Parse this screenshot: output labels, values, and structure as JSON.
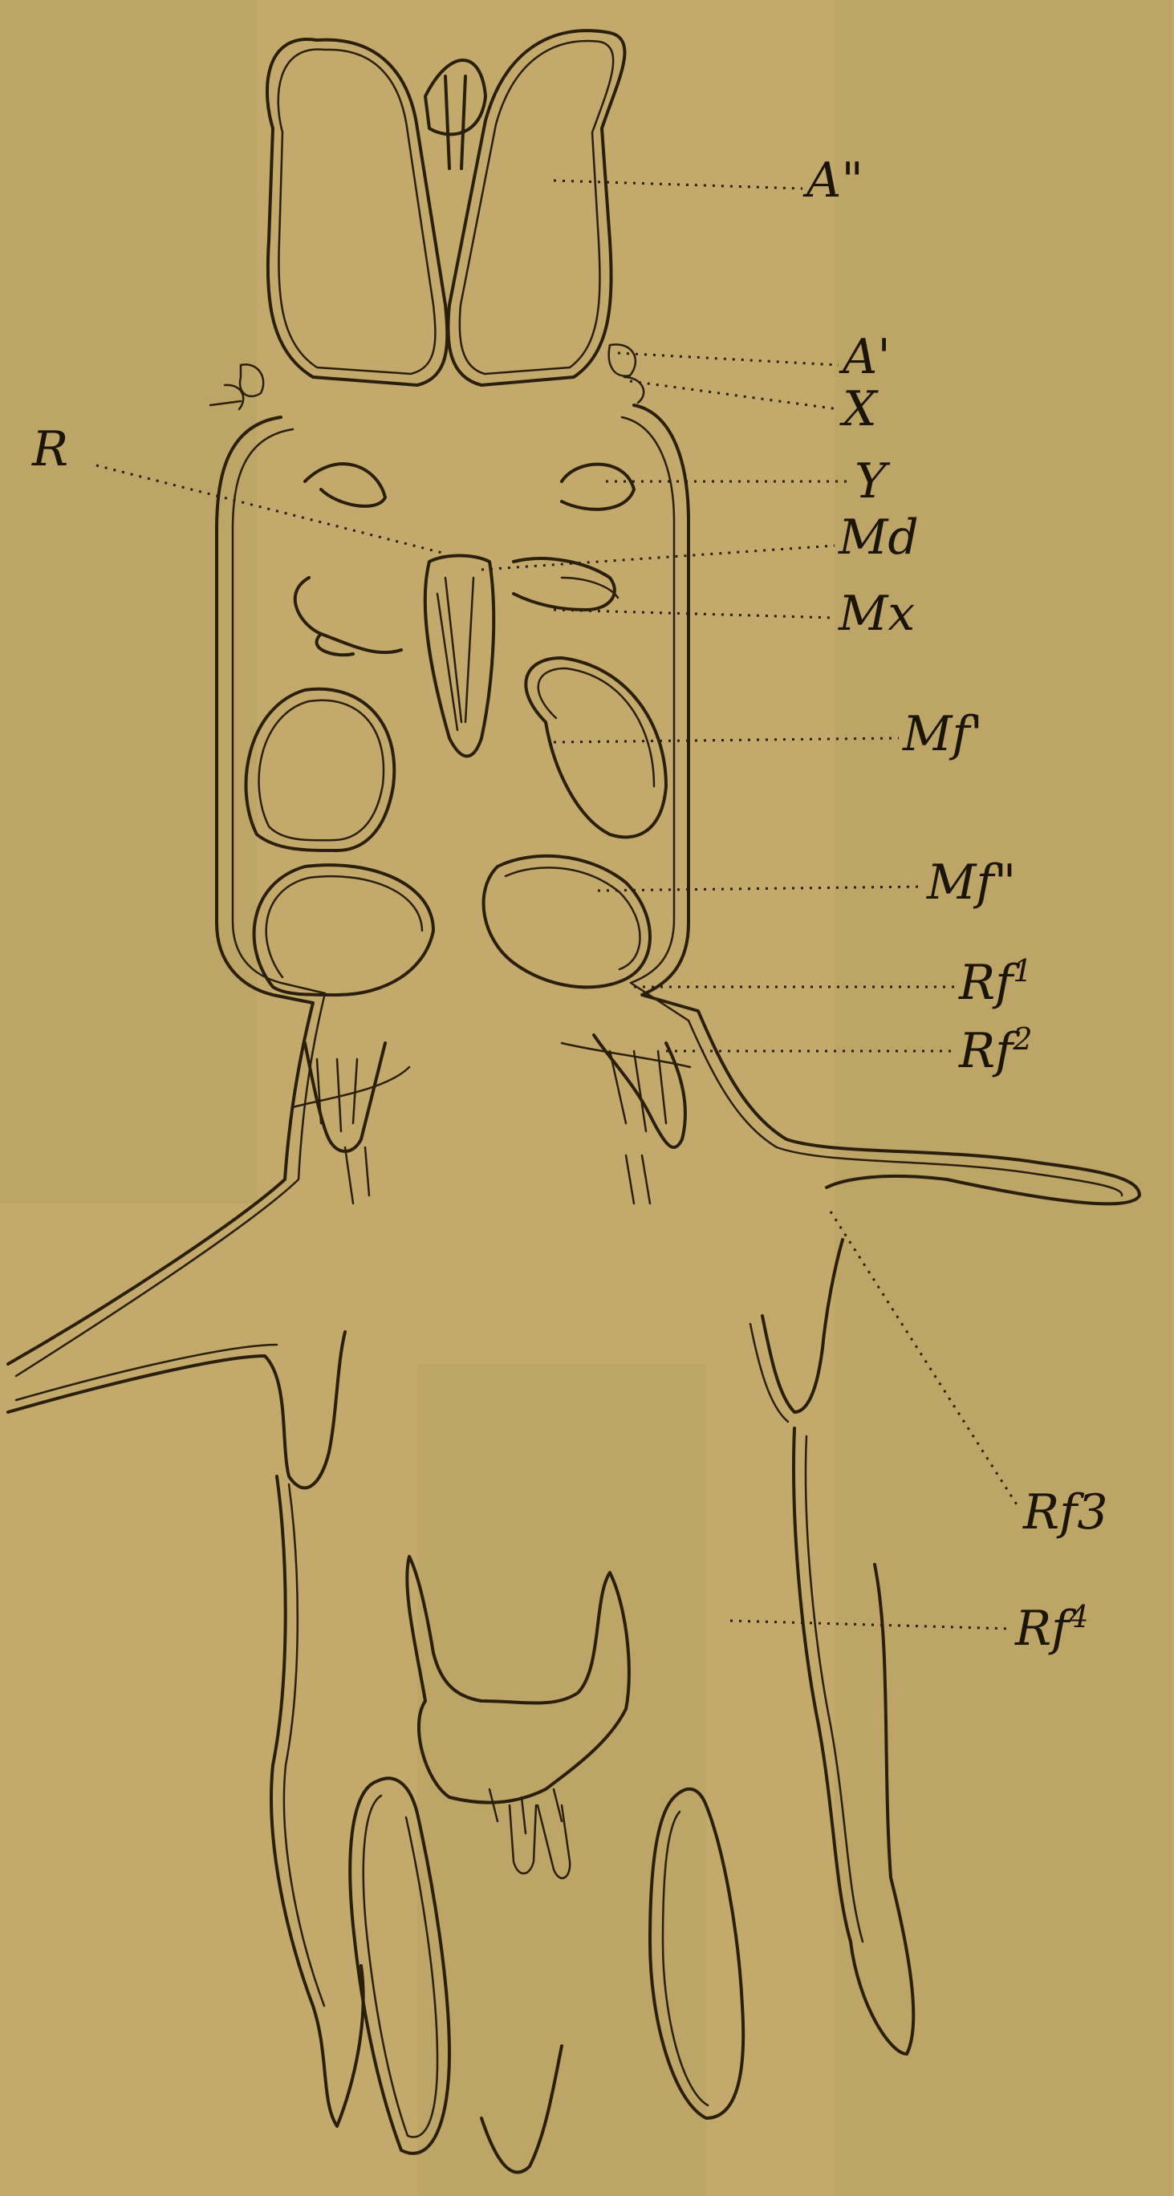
{
  "labels": {
    "A2": "A\"",
    "A1": "A'",
    "X": "X",
    "R": "R",
    "Y": "Y",
    "Md": "Md",
    "Mx": "Mx",
    "Mf1": "Mf'",
    "Mf2": "Mf\"",
    "Rf1": "Rf",
    "Rf1_sup": "1",
    "Rf2": "Rf",
    "Rf2_sup": "2",
    "Rf3": "Rf3",
    "Rf4": "Rf",
    "Rf4_sup": "4"
  },
  "colors": {
    "paper": "#c3aa6c",
    "ink": "#2a1f0c"
  }
}
